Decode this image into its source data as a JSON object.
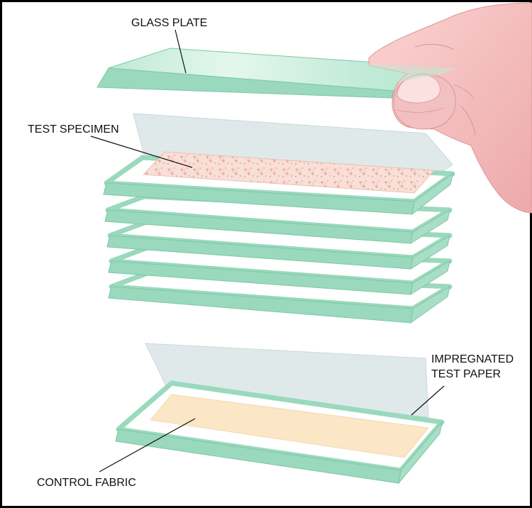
{
  "diagram": {
    "labels": {
      "glass_plate": "GLASS PLATE",
      "test_specimen": "TEST SPECIMEN",
      "impregnated_line1": "IMPREGNATED",
      "impregnated_line2": "TEST PAPER",
      "control_fabric": "CONTROL FABRIC"
    },
    "colors": {
      "glass_face": "#cbeedd",
      "glass_edge": "#9ad9bd",
      "glass_outline": "#7cc7a6",
      "paper": "#dfe9ea",
      "specimen": "#f6d6cc",
      "control_fabric": "#fbe6c6",
      "skin": "#f6c3c2",
      "skin_shadow": "#e3a3a5"
    },
    "icons": [
      "hand-icon"
    ]
  }
}
